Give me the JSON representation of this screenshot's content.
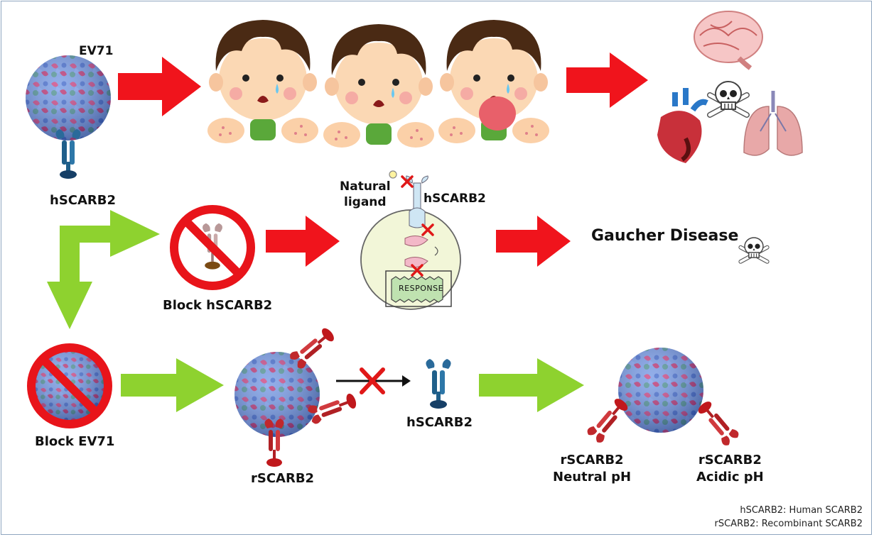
{
  "colors": {
    "red_arrow": "#f0141c",
    "green_arrow": "#8ed22f",
    "virus_blue": "#6b8de0",
    "virus_pink": "#d0508a",
    "receptor_human": "#1f5f8a",
    "receptor_recomb": "#c0282c",
    "ban_red": "#e8141a"
  },
  "labels": {
    "ev71": "EV71",
    "hscarb2_top": "hSCARB2",
    "natural_ligand_1": "Natural",
    "natural_ligand_2": "ligand",
    "hscarb2_mid": "hSCARB2",
    "response": "RESPONSE",
    "gaucher": "Gaucher Disease",
    "block_hscarb2": "Block hSCARB2",
    "block_ev71": "Block EV71",
    "rscarb2": "rSCARB2",
    "hscarb2_bottom": "hSCARB2",
    "rscarb2_neutral_1": "rSCARB2",
    "rscarb2_neutral_2": "Neutral pH",
    "rscarb2_acidic_1": "rSCARB2",
    "rscarb2_acidic_2": "Acidic pH"
  },
  "legend": {
    "line1": "hSCARB2: Human SCARB2",
    "line2": "rSCARB2: Recombinant SCARB2"
  },
  "icons": [
    "virus-icon",
    "child-icon",
    "brain-icon",
    "heart-icon",
    "lungs-icon",
    "skull-icon",
    "ban-icon",
    "receptor-icon",
    "cell-icon"
  ]
}
